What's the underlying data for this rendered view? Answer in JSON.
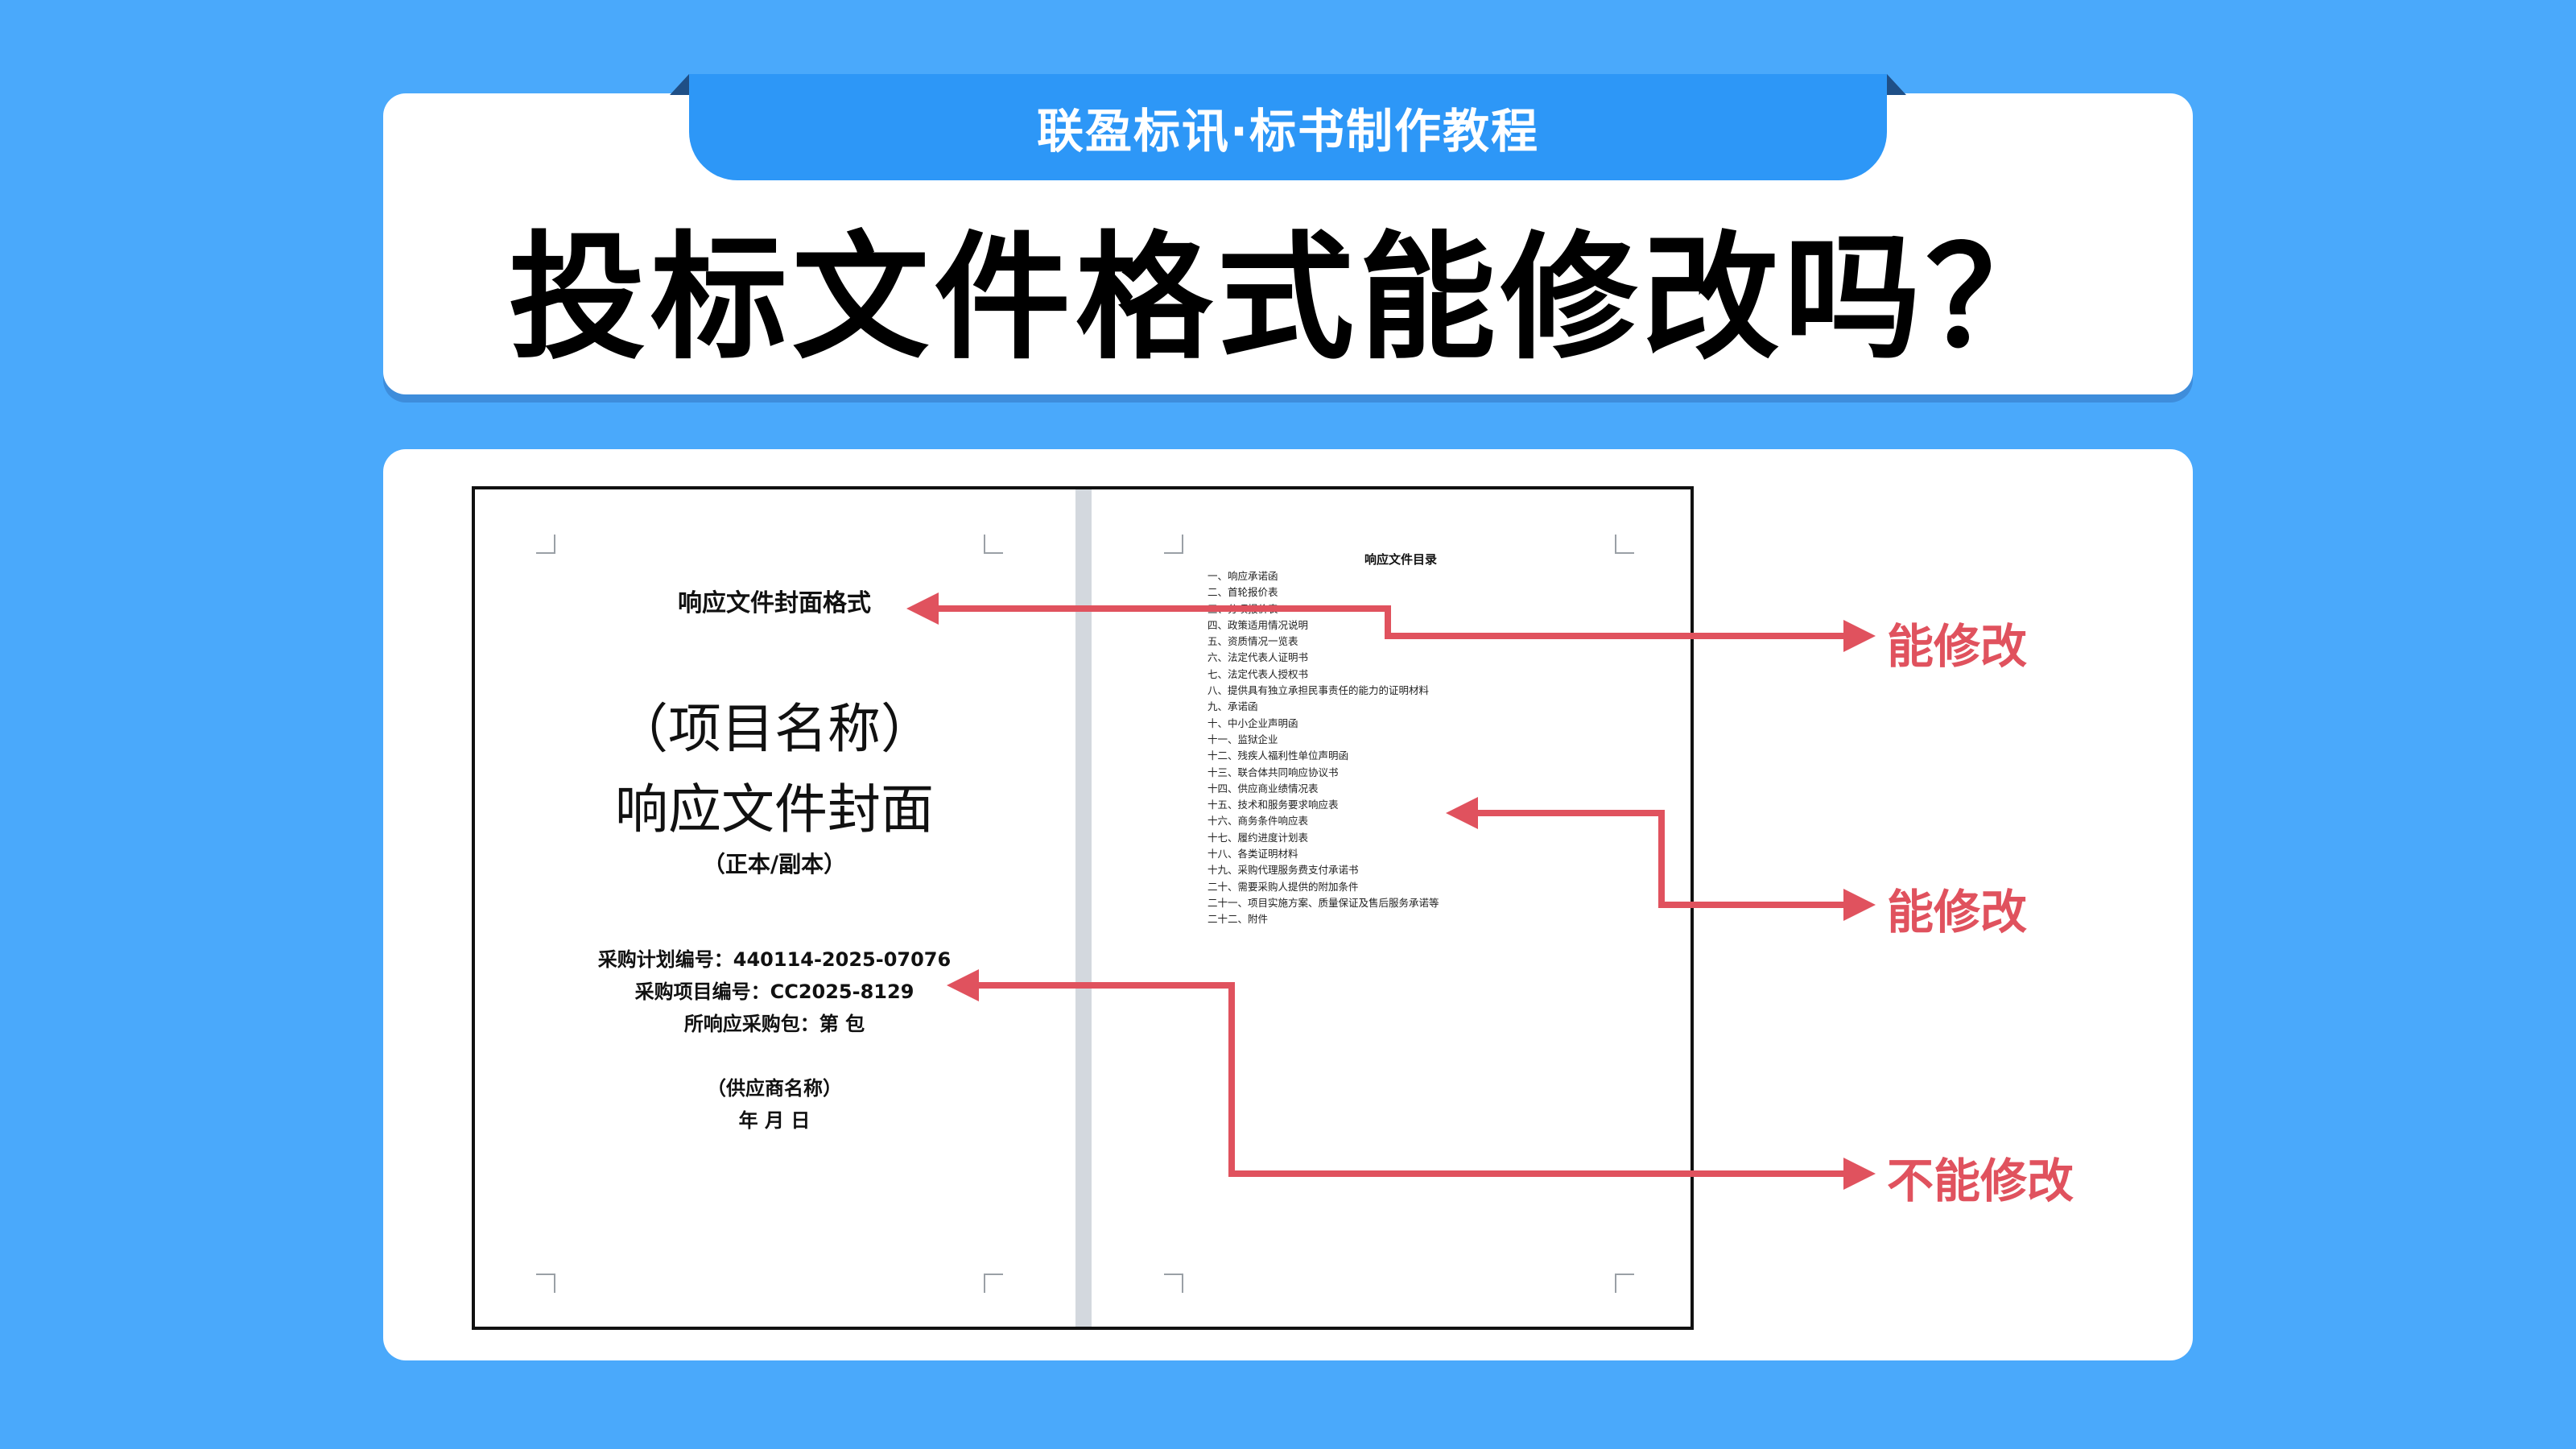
{
  "header": {
    "tab_text": "联盈标讯·标书制作教程",
    "title": "投标文件格式能修改吗？"
  },
  "cover_page": {
    "format_heading": "响应文件封面格式",
    "project_name": "（项目名称）",
    "cover_title": "响应文件封面",
    "copy_type": "（正本/副本）",
    "plan_number": "采购计划编号：440114-2025-07076",
    "project_id": "采购项目编号：CC2025-8129",
    "package": "所响应采购包：第  包",
    "supplier": "（供应商名称）",
    "date": "年  月  日"
  },
  "toc_page": {
    "title": "响应文件目录",
    "items": [
      "一、响应承诺函",
      "二、首轮报价表",
      "三、分项报价表",
      "四、政策适用情况说明",
      "五、资质情况一览表",
      "六、法定代表人证明书",
      "七、法定代表人授权书",
      "八、提供具有独立承担民事责任的能力的证明材料",
      "九、承诺函",
      "十、中小企业声明函",
      "十一、监狱企业",
      "十二、残疾人福利性单位声明函",
      "十三、联合体共同响应协议书",
      "十四、供应商业绩情况表",
      "十五、技术和服务要求响应表",
      "十六、商务条件响应表",
      "十七、履约进度计划表",
      "十八、各类证明材料",
      "十九、采购代理服务费支付承诺书",
      "二十、需要采购人提供的附加条件",
      "二十一、项目实施方案、质量保证及售后服务承诺等",
      "二十二、附件"
    ]
  },
  "annotations": [
    {
      "label": "能修改"
    },
    {
      "label": "能修改"
    },
    {
      "label": "不能修改"
    }
  ],
  "colors": {
    "background": "#4aa9fb",
    "tab": "#2d97f7",
    "arrow": "#e0525e"
  }
}
